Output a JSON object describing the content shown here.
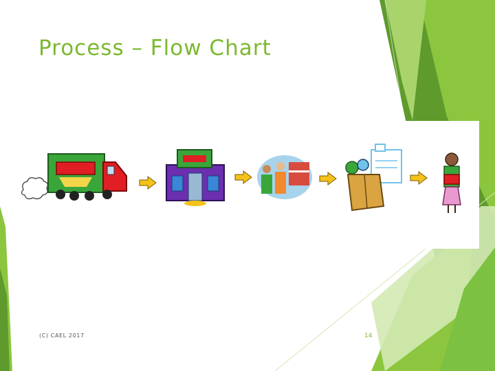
{
  "slide": {
    "title": "Process – Flow Chart",
    "footer_text": "(C) CAEL 2017",
    "page_number": "14"
  },
  "colors": {
    "accent_green": "#7cb82f",
    "dark_green": "#5e9a2c",
    "light_green": "#d3e9b4",
    "arrow_yellow": "#f5c21b"
  },
  "flow": {
    "steps": [
      {
        "id": "delivery-truck",
        "icon": "truck-icon"
      },
      {
        "id": "store",
        "icon": "store-building-icon"
      },
      {
        "id": "shoppers",
        "icon": "shoppers-icon"
      },
      {
        "id": "checkout",
        "icon": "grocery-bag-register-icon"
      },
      {
        "id": "customer",
        "icon": "customer-with-package-icon"
      }
    ]
  }
}
